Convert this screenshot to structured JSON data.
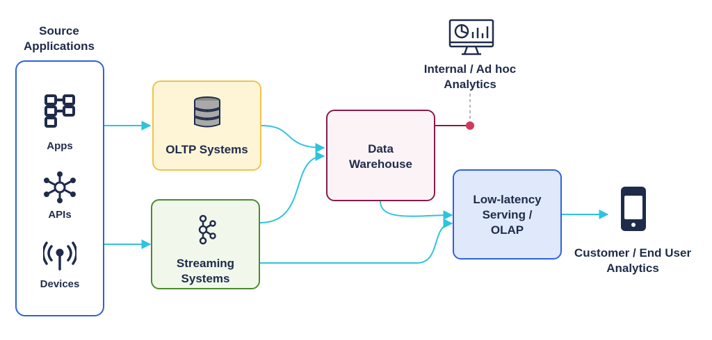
{
  "source": {
    "title": "Source\nApplications",
    "items": [
      {
        "label": "Apps",
        "icon": "apps-icon"
      },
      {
        "label": "APIs",
        "icon": "api-network-icon"
      },
      {
        "label": "Devices",
        "icon": "broadcast-antenna-icon"
      }
    ]
  },
  "nodes": {
    "oltp": {
      "label": "OLTP Systems",
      "icon": "database-icon",
      "border": "#f2c24b",
      "fill": "#fdf5d6"
    },
    "streaming": {
      "label": "Streaming\nSystems",
      "icon": "kafka-icon",
      "border": "#4a8a2c",
      "fill": "#f1f8eb"
    },
    "warehouse": {
      "label": "Data\nWarehouse",
      "border": "#8a1a48",
      "fill": "#fcf3f7"
    },
    "serving": {
      "label": "Low-latency\nServing /\nOLAP",
      "border": "#2f62d6",
      "fill": "#dfe9fb"
    }
  },
  "outputs": {
    "internal": {
      "label": "Internal / Ad hoc\nAnalytics",
      "icon": "monitor-analytics-icon"
    },
    "customer": {
      "label": "Customer / End User\nAnalytics",
      "icon": "smartphone-icon"
    }
  },
  "colors": {
    "text": "#1f2b4a",
    "arrow": "#2ec4dc",
    "source_border": "#2f62d6",
    "accent_dot": "#d1385a",
    "dashed": "#9a9a9a"
  }
}
